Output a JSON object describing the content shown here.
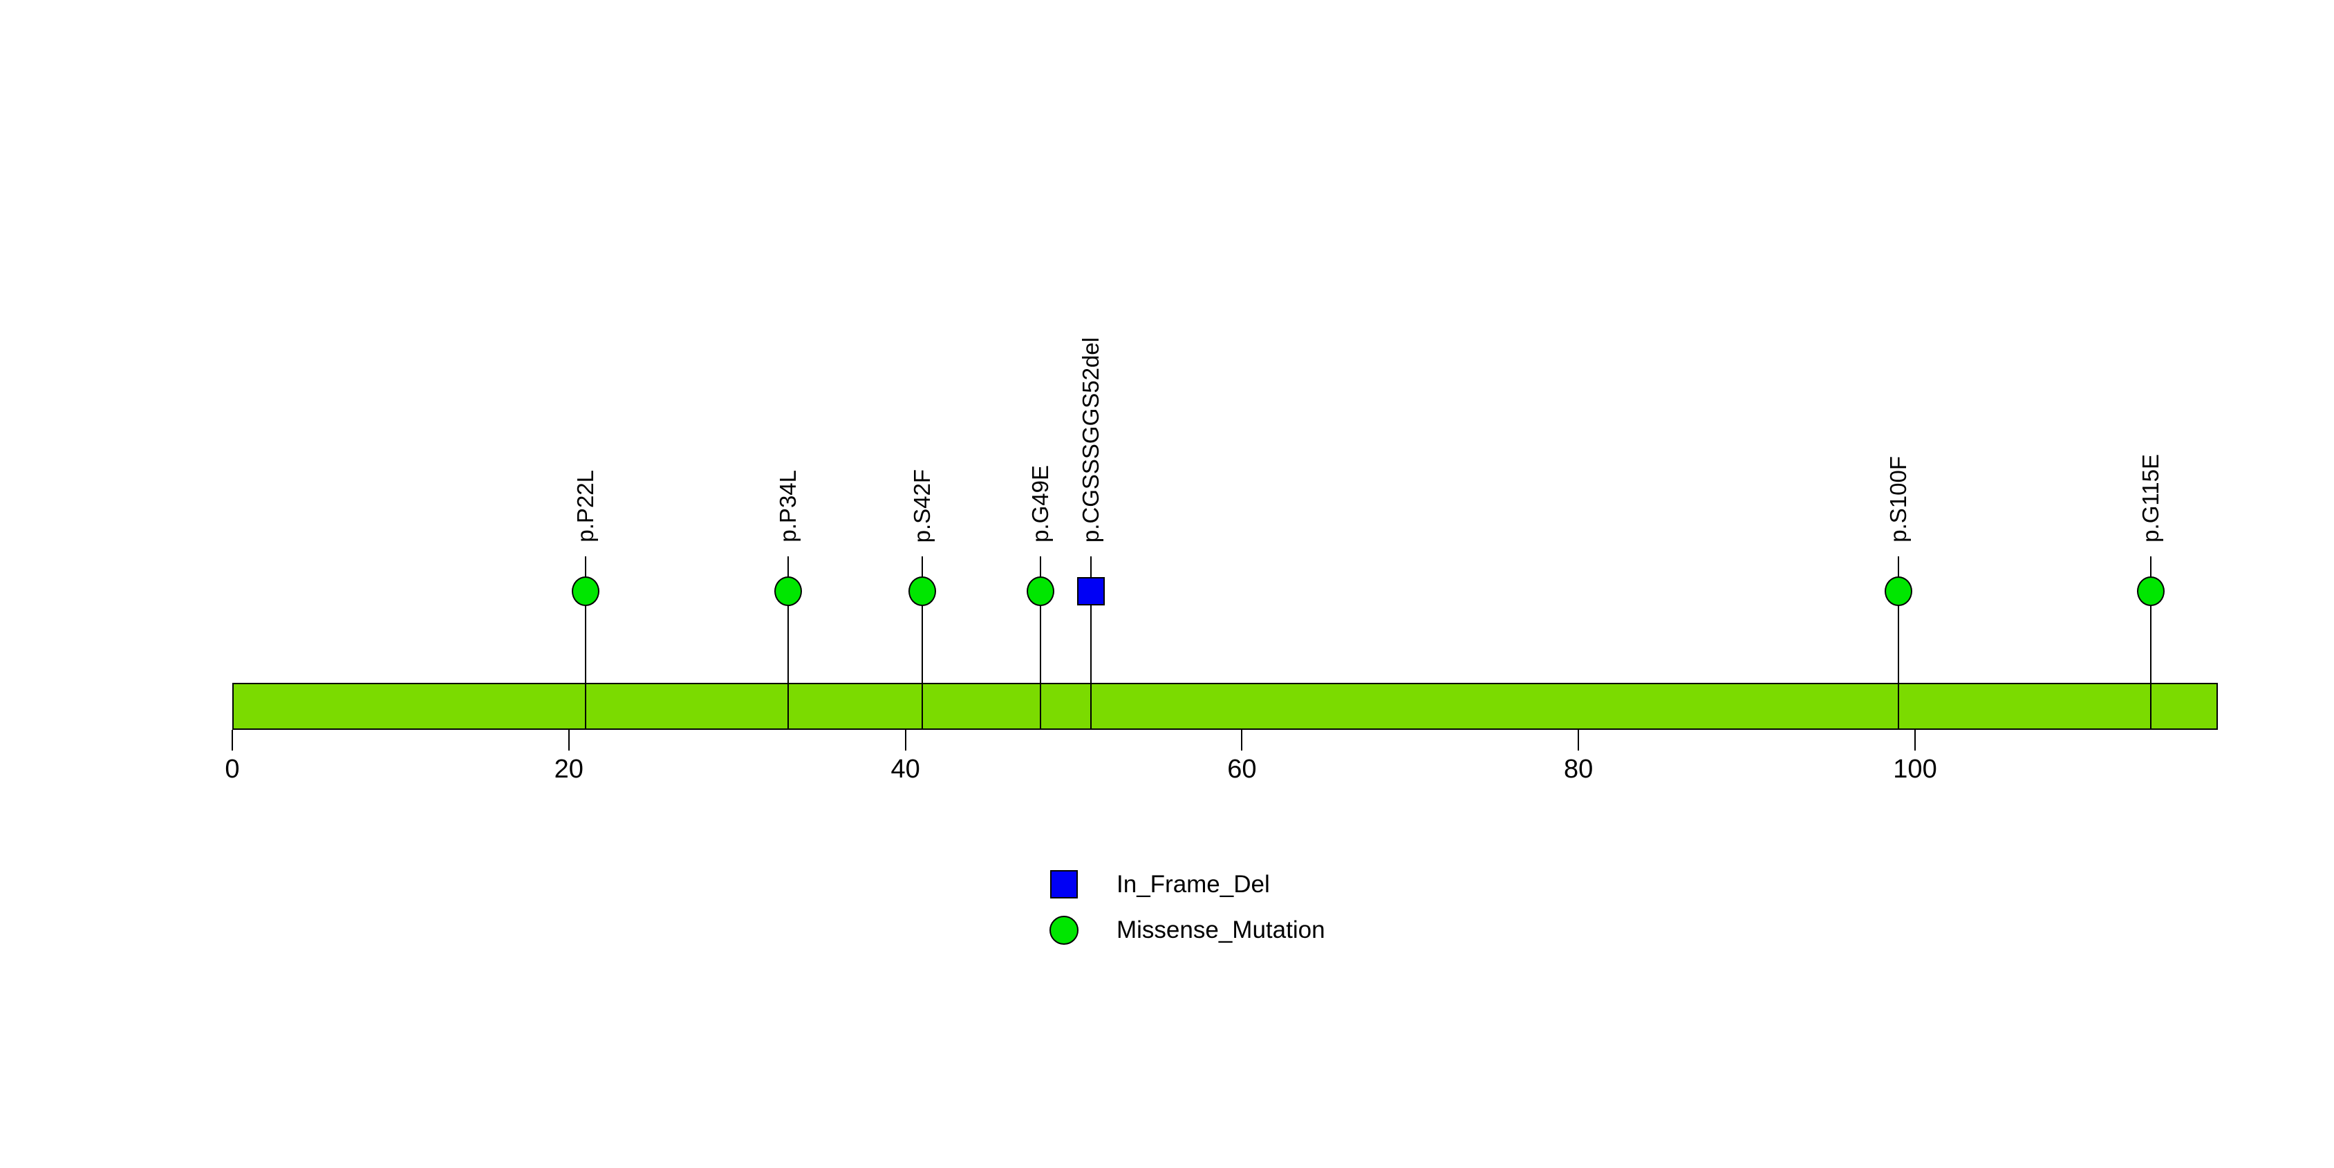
{
  "chart_data": {
    "type": "lollipop",
    "title": "",
    "protein_length": 118,
    "xlim": [
      0,
      118
    ],
    "x_ticks": [
      0,
      20,
      40,
      60,
      80,
      100
    ],
    "mutations": [
      {
        "label": "p.P22L",
        "position": 22,
        "type": "Missense_Mutation"
      },
      {
        "label": "p.P34L",
        "position": 34,
        "type": "Missense_Mutation"
      },
      {
        "label": "p.S42F",
        "position": 42,
        "type": "Missense_Mutation"
      },
      {
        "label": "p.G49E",
        "position": 49,
        "type": "Missense_Mutation"
      },
      {
        "label": "p.CGSSSGGS52del",
        "position": 52,
        "type": "In_Frame_Del"
      },
      {
        "label": "p.S100F",
        "position": 100,
        "type": "Missense_Mutation"
      },
      {
        "label": "p.G115E",
        "position": 115,
        "type": "Missense_Mutation"
      }
    ],
    "legend": [
      {
        "label": "In_Frame_Del",
        "marker": "square",
        "color": "#0000F5"
      },
      {
        "label": "Missense_Mutation",
        "marker": "circle",
        "color": "#00E600"
      }
    ],
    "colors": {
      "backbone": "#7BDB00",
      "Missense_Mutation": "#00E600",
      "In_Frame_Del": "#0000F5",
      "stem": "#000000",
      "text": "#000000"
    },
    "legend_position": "bottom-center",
    "grid": false
  }
}
